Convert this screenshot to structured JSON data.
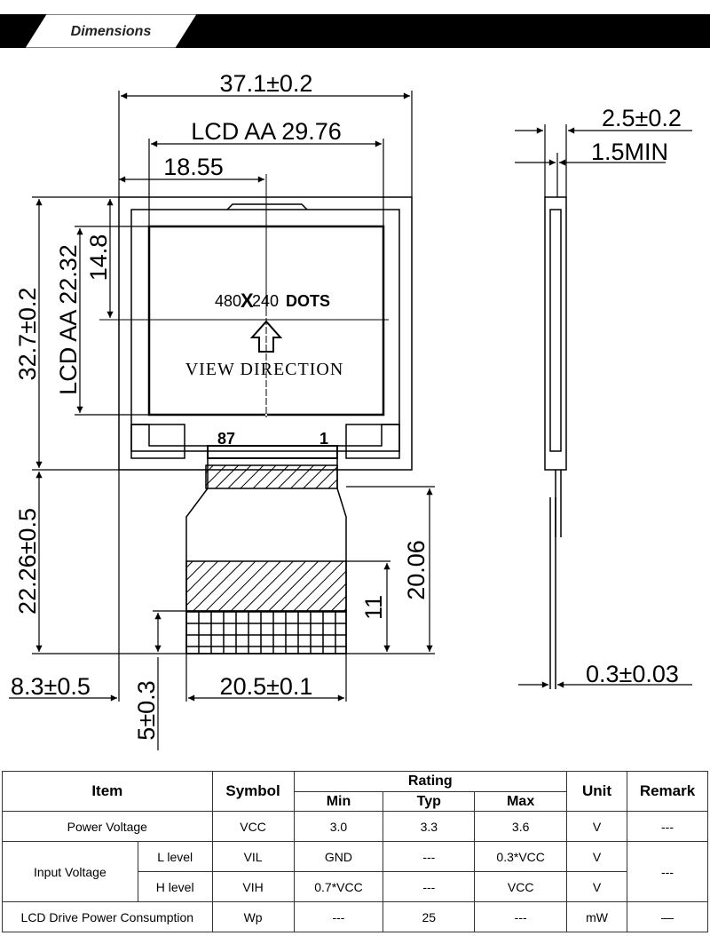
{
  "header": {
    "title": "Dimensions"
  },
  "drawing": {
    "dims": {
      "overall_width": "37.1±0.2",
      "lcd_aa_width": "LCD  AA  29.76",
      "center_x": "18.55",
      "overall_height": "32.7±0.2",
      "lcd_aa_height": "LCD  AA  22.32",
      "center_y": "14.8",
      "fpc_length": "22.26±0.5",
      "fpc_offset": "8.3±0.5",
      "fpc_end": "5±0.3",
      "fpc_width": "20.5±0.1",
      "fpc_bend_length": "20.06",
      "stiffener": "11",
      "thickness": "2.5±0.2",
      "thickness_min": "1.5MIN",
      "fpc_thickness": "0.3±0.03"
    },
    "resolution_prefix": "480",
    "resolution_x": "X",
    "resolution_mid": "240",
    "resolution_suffix": "DOTS",
    "view_direction": "VIEW  DIRECTION",
    "pin_left": "87",
    "pin_right": "1"
  },
  "table": {
    "headers": {
      "item": "Item",
      "symbol": "Symbol",
      "rating": "Rating",
      "min": "Min",
      "typ": "Typ",
      "max": "Max",
      "unit": "Unit",
      "remark": "Remark"
    },
    "rows": {
      "power": {
        "item": "Power Voltage",
        "symbol": "VCC",
        "min": "3.0",
        "typ": "3.3",
        "max": "3.6",
        "unit": "V",
        "remark": "---"
      },
      "input": {
        "item": "Input Voltage",
        "remark": "---",
        "low": {
          "level": "L  level",
          "symbol": "VIL",
          "min": "GND",
          "typ": "---",
          "max": "0.3*VCC",
          "unit": "V"
        },
        "high": {
          "level": "H level",
          "symbol": "VIH",
          "min": "0.7*VCC",
          "typ": "---",
          "max": "VCC",
          "unit": "V"
        }
      },
      "power_consumption": {
        "item": "LCD Drive Power Consumption",
        "symbol": "Wp",
        "min": "---",
        "typ": "25",
        "max": "---",
        "unit": "mW",
        "remark": "—"
      }
    }
  }
}
